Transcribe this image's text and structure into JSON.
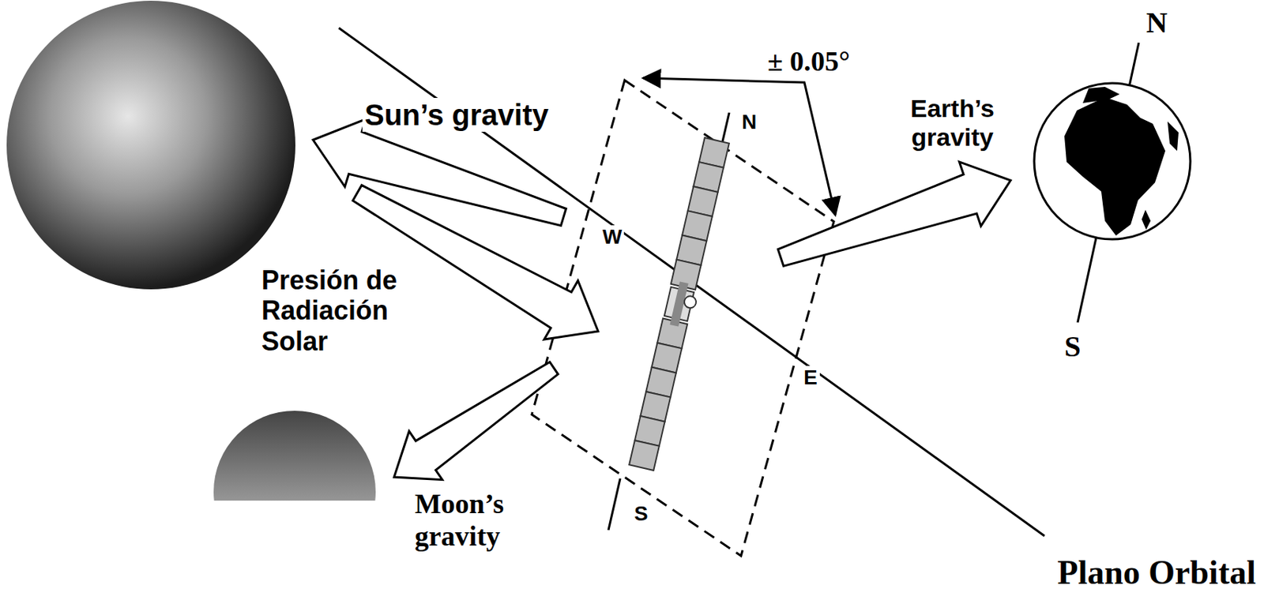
{
  "diagram": {
    "labels": [
      "± 0.05°",
      "N",
      "Sun’s gravity",
      "N",
      "Earth’s gravity",
      "W",
      "Presión de Radiación Solar",
      "E",
      "S",
      "Moon’s gravity",
      "S",
      "Plano Orbital"
    ]
  }
}
